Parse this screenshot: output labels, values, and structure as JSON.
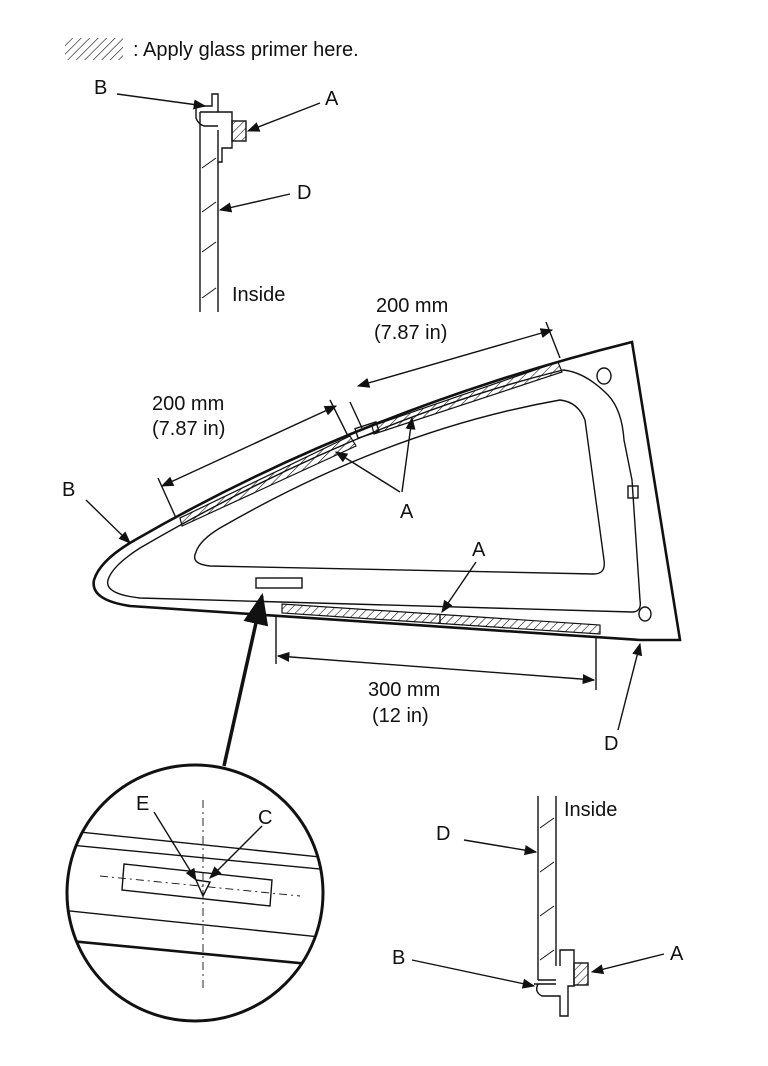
{
  "legend": {
    "text": ": Apply glass primer here."
  },
  "top_detail": {
    "label_b": "B",
    "label_a": "A",
    "label_d": "D",
    "label_inside": "Inside"
  },
  "main_glass": {
    "dim_upper_right": {
      "value": "200 mm",
      "imperial": "(7.87 in)"
    },
    "dim_upper_left": {
      "value": "200 mm",
      "imperial": "(7.87 in)"
    },
    "dim_bottom": {
      "value": "300 mm",
      "imperial": "(12 in)"
    },
    "label_b": "B",
    "label_a_upper": "A",
    "label_a_lower": "A",
    "label_d": "D"
  },
  "zoom_detail": {
    "label_e": "E",
    "label_c": "C"
  },
  "bottom_detail": {
    "label_inside": "Inside",
    "label_d": "D",
    "label_b": "B",
    "label_a": "A"
  }
}
